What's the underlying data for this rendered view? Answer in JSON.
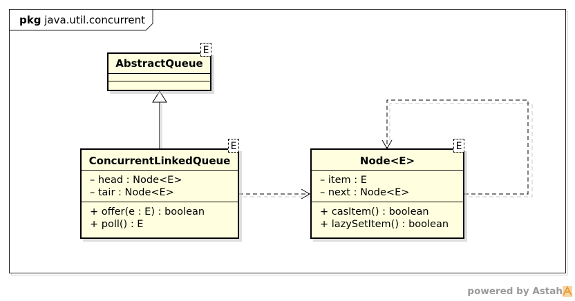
{
  "package": {
    "keyword": "pkg",
    "name": "java.util.concurrent"
  },
  "classes": {
    "abstract_queue": {
      "name": "AbstractQueue",
      "type_param": "E",
      "attributes": [],
      "operations": []
    },
    "concurrent_linked_queue": {
      "name": "ConcurrentLinkedQueue",
      "type_param": "E",
      "attributes": [
        "– head : Node<E>",
        "– tair : Node<E>"
      ],
      "operations": [
        "+ offer(e : E) : boolean",
        "+ poll() : E"
      ]
    },
    "node": {
      "name": "Node<E>",
      "type_param": "E",
      "attributes": [
        "– item : E",
        "– next : Node<E>"
      ],
      "operations": [
        "+ casItem() : boolean",
        "+ lazySetItem() : boolean"
      ]
    }
  },
  "footer": {
    "powered_by": "powered by Astah"
  },
  "colors": {
    "class_fill": "#ffffe0",
    "border": "#000000",
    "footer_text": "#9a9a9a",
    "logo": "#e8a040"
  }
}
